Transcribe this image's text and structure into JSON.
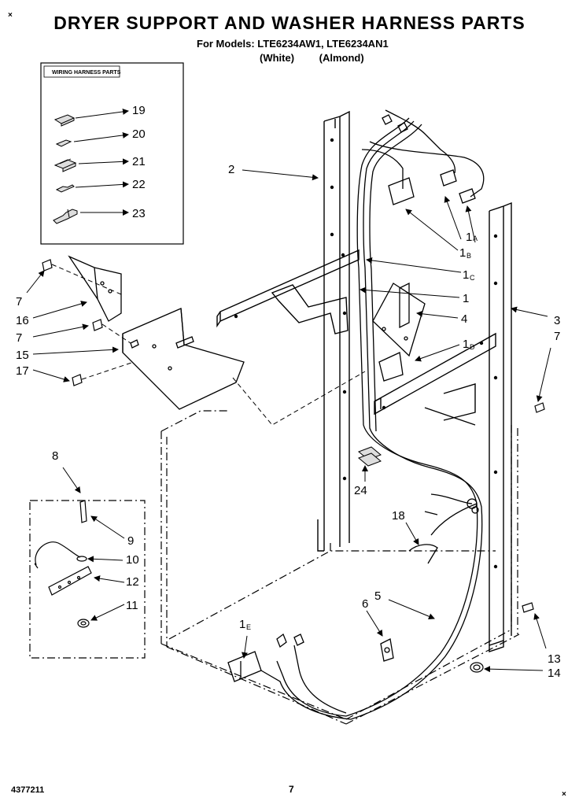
{
  "header": {
    "title": "DRYER SUPPORT AND WASHER HARNESS PARTS",
    "models_line": "For Models: LTE6234AW1, LTE6234AN1",
    "color_white": "(White)",
    "color_almond": "(Almond)"
  },
  "inset_box": {
    "title": "WIRING HARNESS PARTS",
    "callouts": [
      "19",
      "20",
      "21",
      "22",
      "23"
    ]
  },
  "callouts": {
    "c1": "1",
    "c1a": "1",
    "c1a_sub": "A",
    "c1b": "1",
    "c1b_sub": "B",
    "c1c": "1",
    "c1c_sub": "C",
    "c1d": "1",
    "c1d_sub": "D",
    "c1e": "1",
    "c1e_sub": "E",
    "c2": "2",
    "c3": "3",
    "c4": "4",
    "c5": "5",
    "c6": "6",
    "c7a": "7",
    "c7b": "7",
    "c7c": "7",
    "c8": "8",
    "c9": "9",
    "c10": "10",
    "c11": "11",
    "c12": "12",
    "c13": "13",
    "c14": "14",
    "c15": "15",
    "c16": "16",
    "c17": "17",
    "c18": "18",
    "c24": "24"
  },
  "footer": {
    "doc_number": "4377211",
    "page_number": "7"
  },
  "marks": {
    "top_left": "×",
    "bottom_right": "×"
  }
}
